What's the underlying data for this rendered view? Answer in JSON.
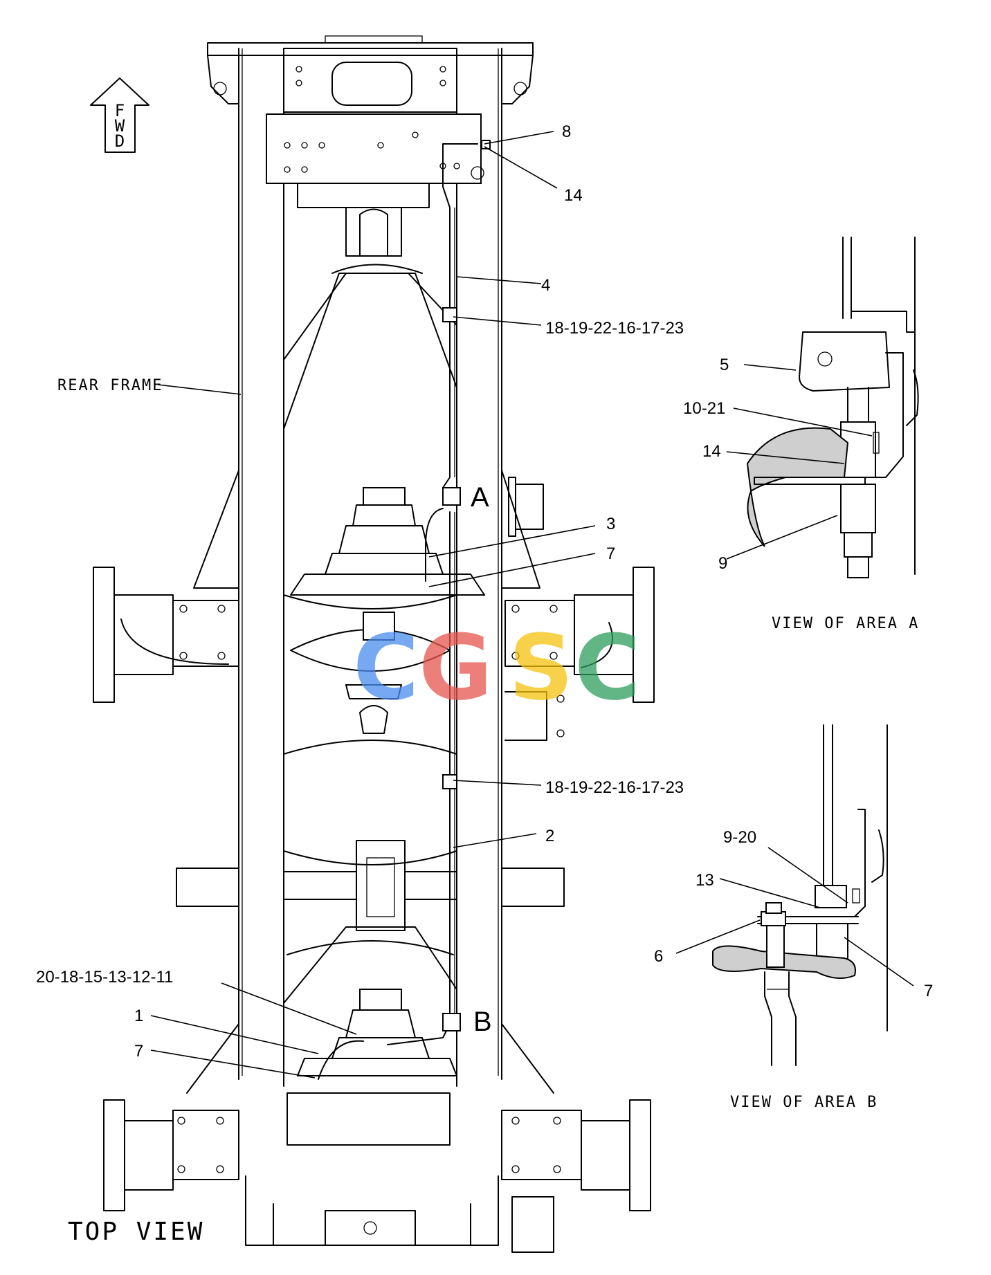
{
  "orientation": {
    "arrow_text": "FWD"
  },
  "titles": {
    "top_view": "TOP VIEW",
    "view_area_a": "VIEW OF AREA A",
    "view_area_b": "VIEW OF AREA B"
  },
  "labels": {
    "rear_frame": "REAR FRAME",
    "area_a": "A",
    "area_b": "B"
  },
  "callouts": {
    "c8": "8",
    "c14_top": "14",
    "c4": "4",
    "c18_upper": "18-19-22-16-17-23",
    "c3": "3",
    "c7_mid": "7",
    "c18_lower": "18-19-22-16-17-23",
    "c2": "2",
    "c20": "20-18-15-13-12-11",
    "c1": "1",
    "c7_bottom": "7",
    "a5": "5",
    "a10_21": "10-21",
    "a14": "14",
    "a9": "9",
    "b9_20": "9-20",
    "b13": "13",
    "b6": "6",
    "b7": "7"
  },
  "watermark": {
    "letters": [
      "C",
      "G",
      "S",
      "C"
    ],
    "colors": [
      "#4a8df0",
      "#e8554e",
      "#f4c20d",
      "#2e9e5e"
    ]
  }
}
